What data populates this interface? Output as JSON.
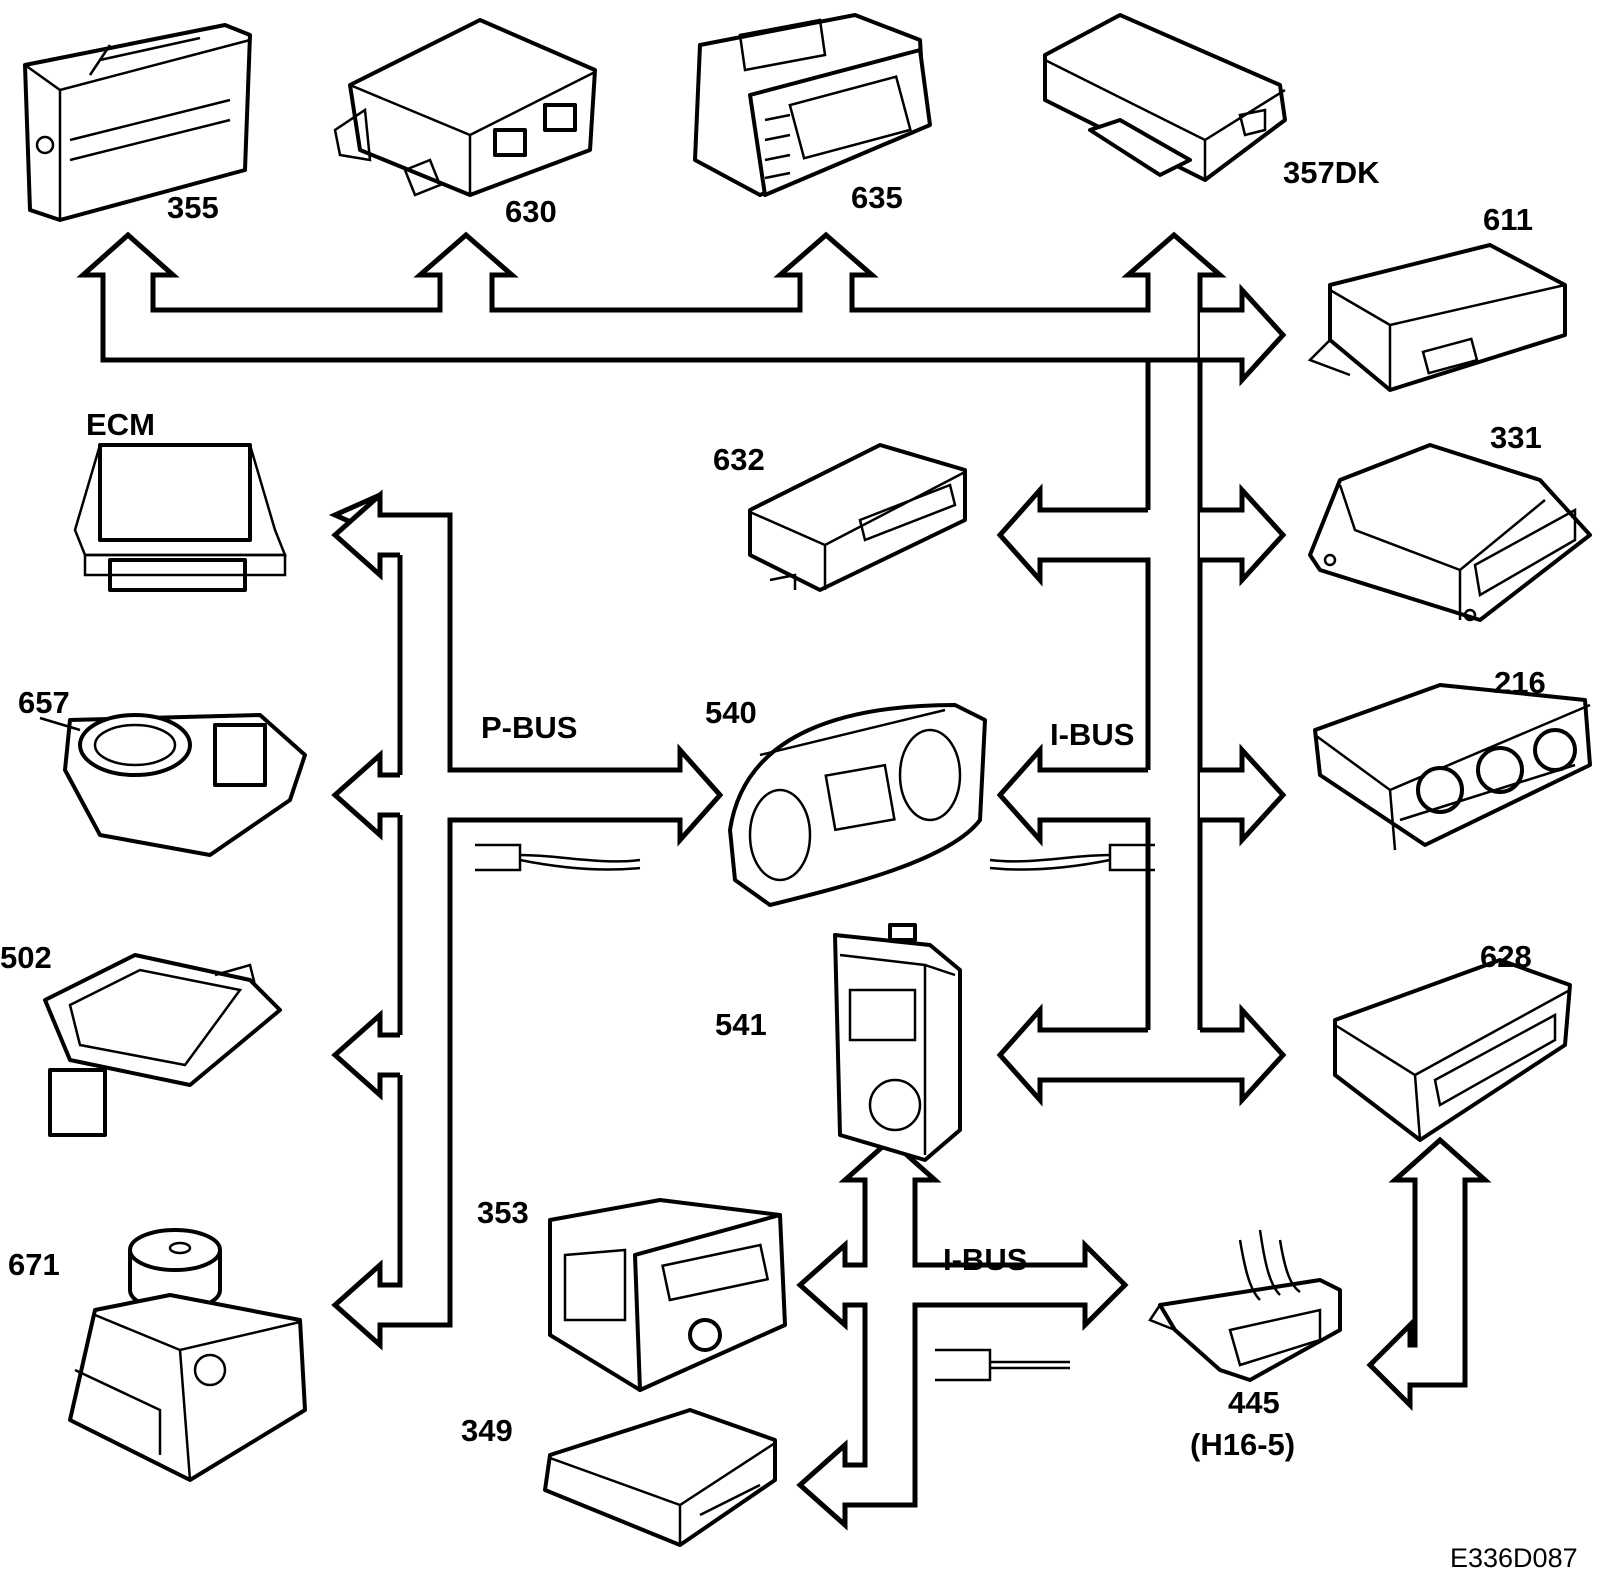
{
  "colors": {
    "line": "#000000",
    "background": "#ffffff"
  },
  "buses": {
    "p_bus": "P-BUS",
    "i_bus_top": "I-BUS",
    "i_bus_bottom": "I-BUS"
  },
  "modules": {
    "m355": "355",
    "m630": "630",
    "m635": "635",
    "m357dk": "357DK",
    "m611": "611",
    "ecm": "ECM",
    "m632": "632",
    "m331": "331",
    "m657": "657",
    "m540": "540",
    "m216": "216",
    "m502": "502",
    "m541": "541",
    "m628": "628",
    "m353": "353",
    "m671": "671",
    "m349": "349",
    "m445": "445",
    "m445_sub": "(H16-5)"
  },
  "figure_ref": "E336D087"
}
